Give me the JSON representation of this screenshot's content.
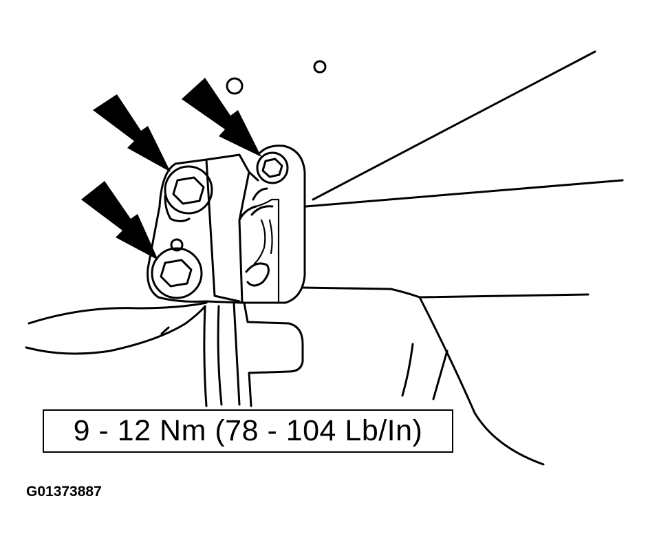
{
  "torque_spec": "9 - 12 Nm (78 - 104 Lb/In)",
  "figure_id": "G01373887",
  "callouts": [
    {
      "name": "upper-left-bolt",
      "icon": "arrow-icon"
    },
    {
      "name": "lower-left-bolt",
      "icon": "arrow-icon"
    },
    {
      "name": "upper-right-bolt",
      "icon": "arrow-icon"
    }
  ]
}
